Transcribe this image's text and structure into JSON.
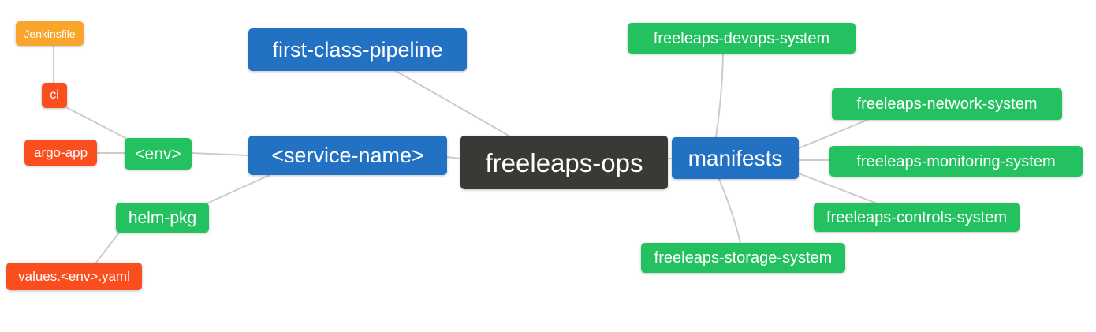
{
  "diagram": {
    "type": "mindmap",
    "title": "freeleaps-ops repository structure",
    "background": "#ffffff"
  },
  "palette": {
    "root_dark": "#3B3936",
    "branch_blue": "#2271C3",
    "leaf_green": "#23C15F",
    "leaf_red": "#FA4E1E",
    "leaf_orange": "#F9A42B",
    "edge_gray": "#CCCCCC",
    "node_text": "#FFFFFF"
  },
  "nodes": {
    "freeleaps_ops": {
      "label": "freeleaps-ops",
      "color": "#3B3936"
    },
    "first_class_pipeline": {
      "label": "first-class-pipeline",
      "color": "#2271C3"
    },
    "service_name": {
      "label": "<service-name>",
      "color": "#2271C3"
    },
    "manifests": {
      "label": "manifests",
      "color": "#2271C3"
    },
    "env": {
      "label": "<env>",
      "color": "#23C15F"
    },
    "helm_pkg": {
      "label": "helm-pkg",
      "color": "#23C15F"
    },
    "ci": {
      "label": "ci",
      "color": "#FA4E1E"
    },
    "argo_app": {
      "label": "argo-app",
      "color": "#FA4E1E"
    },
    "values_env_yaml": {
      "label": "values.<env>.yaml",
      "color": "#FA4E1E"
    },
    "jenkinsfile": {
      "label": "Jenkinsfile",
      "color": "#F9A42B"
    },
    "devops_system": {
      "label": "freeleaps-devops-system",
      "color": "#23C15F"
    },
    "network_system": {
      "label": "freeleaps-network-system",
      "color": "#23C15F"
    },
    "monitoring_system": {
      "label": "freeleaps-monitoring-system",
      "color": "#23C15F"
    },
    "controls_system": {
      "label": "freeleaps-controls-system",
      "color": "#23C15F"
    },
    "storage_system": {
      "label": "freeleaps-storage-system",
      "color": "#23C15F"
    }
  },
  "hierarchy": {
    "freeleaps-ops": {
      "first-class-pipeline": {},
      "<service-name>": {
        "<env>": {
          "ci": {
            "Jenkinsfile": {}
          },
          "argo-app": {}
        },
        "helm-pkg": {
          "values.<env>.yaml": {}
        }
      },
      "manifests": {
        "freeleaps-devops-system": {},
        "freeleaps-network-system": {},
        "freeleaps-monitoring-system": {},
        "freeleaps-controls-system": {},
        "freeleaps-storage-system": {}
      }
    }
  },
  "edges": [
    {
      "from": "Jenkinsfile",
      "to": "ci"
    },
    {
      "from": "ci",
      "to": "<env>"
    },
    {
      "from": "argo-app",
      "to": "<env>"
    },
    {
      "from": "<env>",
      "to": "<service-name>"
    },
    {
      "from": "helm-pkg",
      "to": "<service-name>"
    },
    {
      "from": "values.<env>.yaml",
      "to": "helm-pkg"
    },
    {
      "from": "first-class-pipeline",
      "to": "freeleaps-ops"
    },
    {
      "from": "<service-name>",
      "to": "freeleaps-ops"
    },
    {
      "from": "freeleaps-ops",
      "to": "manifests"
    },
    {
      "from": "manifests",
      "to": "freeleaps-devops-system"
    },
    {
      "from": "manifests",
      "to": "freeleaps-network-system"
    },
    {
      "from": "manifests",
      "to": "freeleaps-monitoring-system"
    },
    {
      "from": "manifests",
      "to": "freeleaps-controls-system"
    },
    {
      "from": "manifests",
      "to": "freeleaps-storage-system"
    }
  ]
}
